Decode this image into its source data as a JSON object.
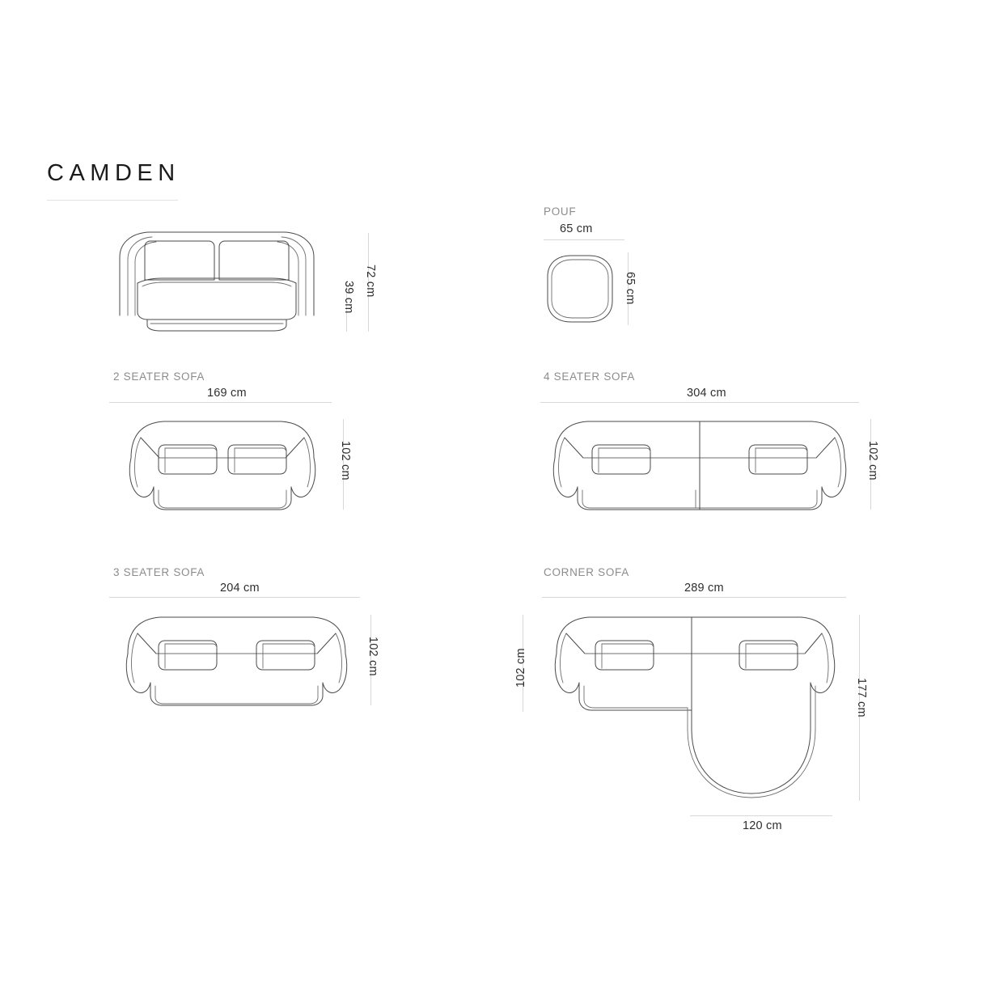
{
  "document": {
    "title": "CAMDEN"
  },
  "sections": {
    "front_view": {
      "dimensions": {
        "height_total": "72 cm",
        "height_seat": "39 cm"
      }
    },
    "pouf": {
      "label": "POUF",
      "dimensions": {
        "width": "65 cm",
        "depth": "65 cm"
      }
    },
    "sofa_2_seater": {
      "label": "2 SEATER SOFA",
      "dimensions": {
        "width": "169 cm",
        "depth": "102 cm"
      }
    },
    "sofa_4_seater": {
      "label": "4 SEATER SOFA",
      "dimensions": {
        "width": "304 cm",
        "depth": "102 cm"
      }
    },
    "sofa_3_seater": {
      "label": "3 SEATER SOFA",
      "dimensions": {
        "width": "204 cm",
        "depth": "102 cm"
      }
    },
    "corner_sofa": {
      "label": "CORNER SOFA",
      "dimensions": {
        "width": "289 cm",
        "depth_left": "102 cm",
        "depth_right": "177 cm",
        "chaise_width": "120 cm"
      }
    }
  },
  "colors": {
    "line": "#4a4a4a",
    "caption": "#8c8c8c",
    "dimension_text": "#2e2e2e",
    "dimension_line": "#d8d8d8",
    "background": "#ffffff"
  }
}
